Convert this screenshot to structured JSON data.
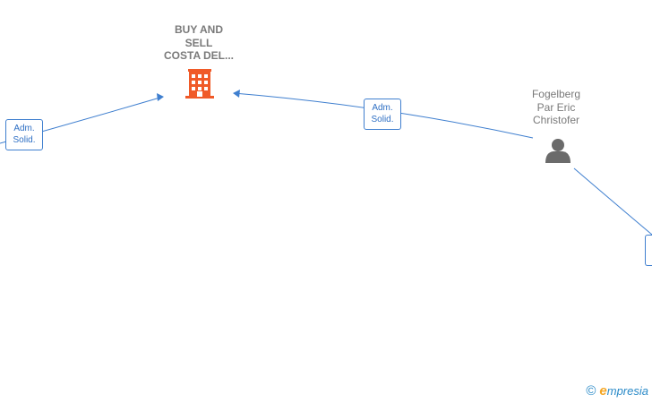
{
  "nodes": {
    "company": {
      "label_lines": [
        "BUY AND",
        "SELL",
        "COSTA DEL..."
      ],
      "color": "#f05a28"
    },
    "person": {
      "label_lines": [
        "Fogelberg",
        "Par Eric",
        "Christofer"
      ],
      "color": "#6b6b6b"
    }
  },
  "edges": [
    {
      "label_lines": [
        "Adm.",
        "Solid."
      ]
    },
    {
      "label_lines": [
        "Adm.",
        "Solid."
      ]
    }
  ],
  "colors": {
    "edge": "#3f7fcf",
    "label_text": "#7a7a7a"
  },
  "brand": {
    "copyright": "©",
    "initial": "e",
    "name": "mpresia"
  }
}
